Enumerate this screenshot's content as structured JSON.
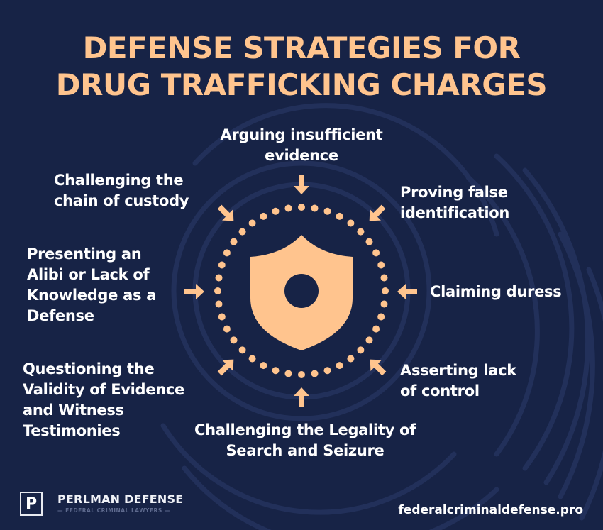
{
  "title": {
    "line1": "DEFENSE STRATEGIES FOR",
    "line2": "DRUG TRAFFICKING CHARGES"
  },
  "colors": {
    "background": "#172346",
    "accent": "#FFC48E",
    "text": "#FFFFFF",
    "rings": "#22305A"
  },
  "center_icon": "shield-icon",
  "strategies": [
    {
      "id": "top",
      "lines": [
        "Arguing insufficient",
        "evidence"
      ],
      "arrow": "down"
    },
    {
      "id": "top-right",
      "lines": [
        "Proving false",
        "identification"
      ],
      "arrow": "down-left"
    },
    {
      "id": "right",
      "lines": [
        "Claiming duress"
      ],
      "arrow": "left"
    },
    {
      "id": "bottom-right",
      "lines": [
        "Asserting lack",
        "of control"
      ],
      "arrow": "up-left"
    },
    {
      "id": "bottom",
      "lines": [
        "Challenging the Legality of",
        "Search and Seizure"
      ],
      "arrow": "up"
    },
    {
      "id": "bottom-left",
      "lines": [
        "Questioning the",
        "Validity of Evidence",
        "and Witness",
        "Testimonies"
      ],
      "arrow": "up-right"
    },
    {
      "id": "left",
      "lines": [
        "Presenting an",
        "Alibi or Lack of",
        "Knowledge as a",
        "Defense"
      ],
      "arrow": "right"
    },
    {
      "id": "top-left",
      "lines": [
        "Challenging the",
        "chain of custody"
      ],
      "arrow": "down-right"
    }
  ],
  "footer": {
    "logo_letter": "P",
    "brand_name": "PERLMAN DEFENSE",
    "brand_tagline": "— FEDERAL CRIMINAL LAWYERS —",
    "website": "federalcriminaldefense.pro"
  }
}
